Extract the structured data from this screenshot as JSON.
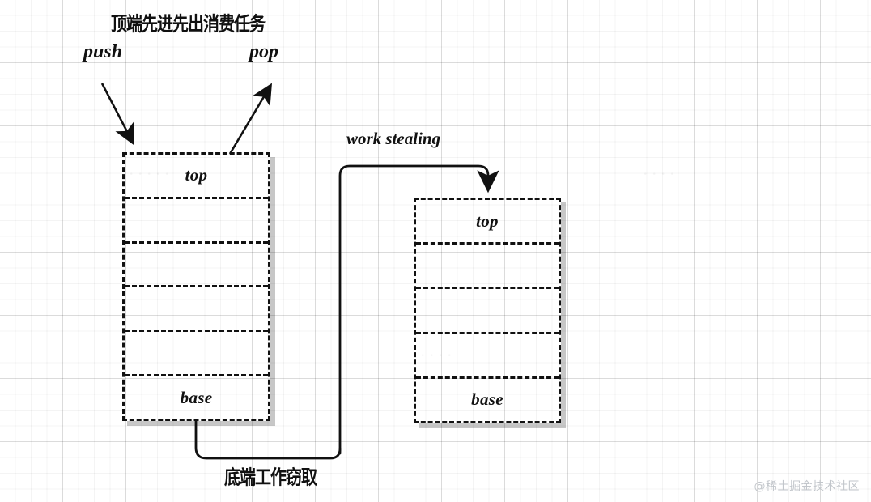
{
  "diagram": {
    "title": "顶端先进先出消费任务",
    "bottom_caption": "底端工作窃取",
    "labels": {
      "push": "push",
      "pop": "pop",
      "work_stealing": "work stealing"
    },
    "colors": {
      "stroke": "#111111",
      "shadow": "rgba(0,0,0,0.22)",
      "grid_minor": "rgba(0,0,0,0.045)",
      "grid_major": "rgba(0,0,0,0.10)",
      "watermark": "#c2c6cb",
      "background": "#ffffff"
    },
    "stacks": [
      {
        "name": "worker-queue-left",
        "cells": [
          "top",
          "",
          "",
          "",
          "",
          "base"
        ]
      },
      {
        "name": "worker-queue-right",
        "cells": [
          "top",
          "",
          "",
          "",
          "base"
        ]
      }
    ]
  },
  "watermark": "@稀土掘金技术社区"
}
